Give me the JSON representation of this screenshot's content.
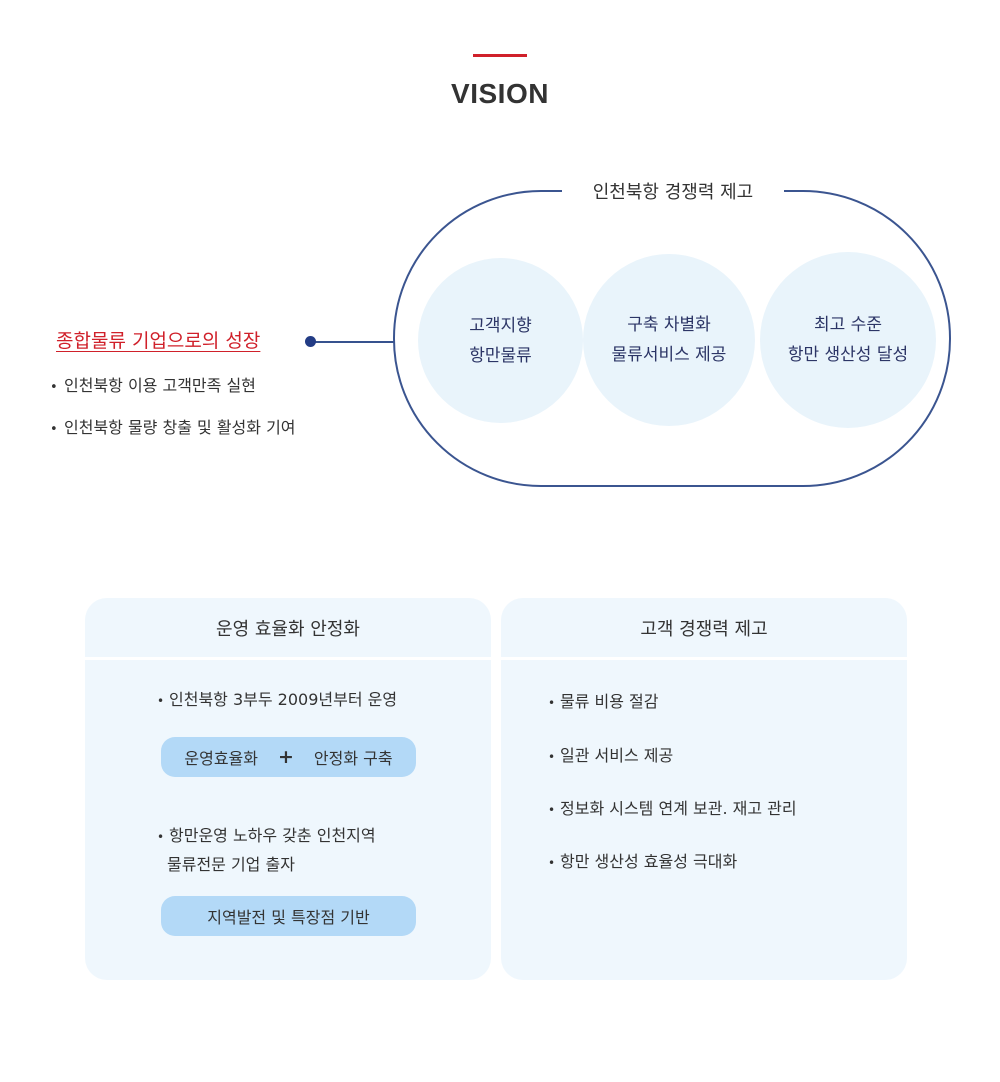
{
  "header": {
    "title": "VISION"
  },
  "goal": {
    "title": "종합물류 기업으로의 성장",
    "bullets": [
      "인천북항 이용 고객만족 실현",
      "인천북항 물량 창출 및 활성화 기여"
    ]
  },
  "capsule": {
    "label": "인천북항 경쟁력 제고",
    "circles": [
      {
        "line1": "고객지향",
        "line2": "항만물류"
      },
      {
        "line1": "구축 차별화",
        "line2": "물류서비스 제공"
      },
      {
        "line1": "최고 수준",
        "line2": "항만 생산성 달성"
      }
    ]
  },
  "panels": {
    "left": {
      "title": "운영 효율화 안정화",
      "item1": "인천북항 3부두 2009년부터 운영",
      "pill1": {
        "a": "운영효율화",
        "plus": "+",
        "b": "안정화 구축"
      },
      "item2_line1": "항만운영 노하우 갖춘 인천지역",
      "item2_line2": "물류전문 기업 출자",
      "pill2": "지역발전 및 특장점 기반"
    },
    "right": {
      "title": "고객 경쟁력 제고",
      "items": [
        "물류 비용 절감",
        "일관 서비스 제공",
        "정보화 시스템 연계 보관. 재고 관리",
        "항만 생산성 효율성 극대화"
      ]
    }
  },
  "colors": {
    "accent": "#d0202a",
    "navy": "#233c85",
    "circle_fill": "#e9f4fb",
    "panel_fill": "#eff7fd",
    "pill_fill": "#b3d9f7"
  }
}
